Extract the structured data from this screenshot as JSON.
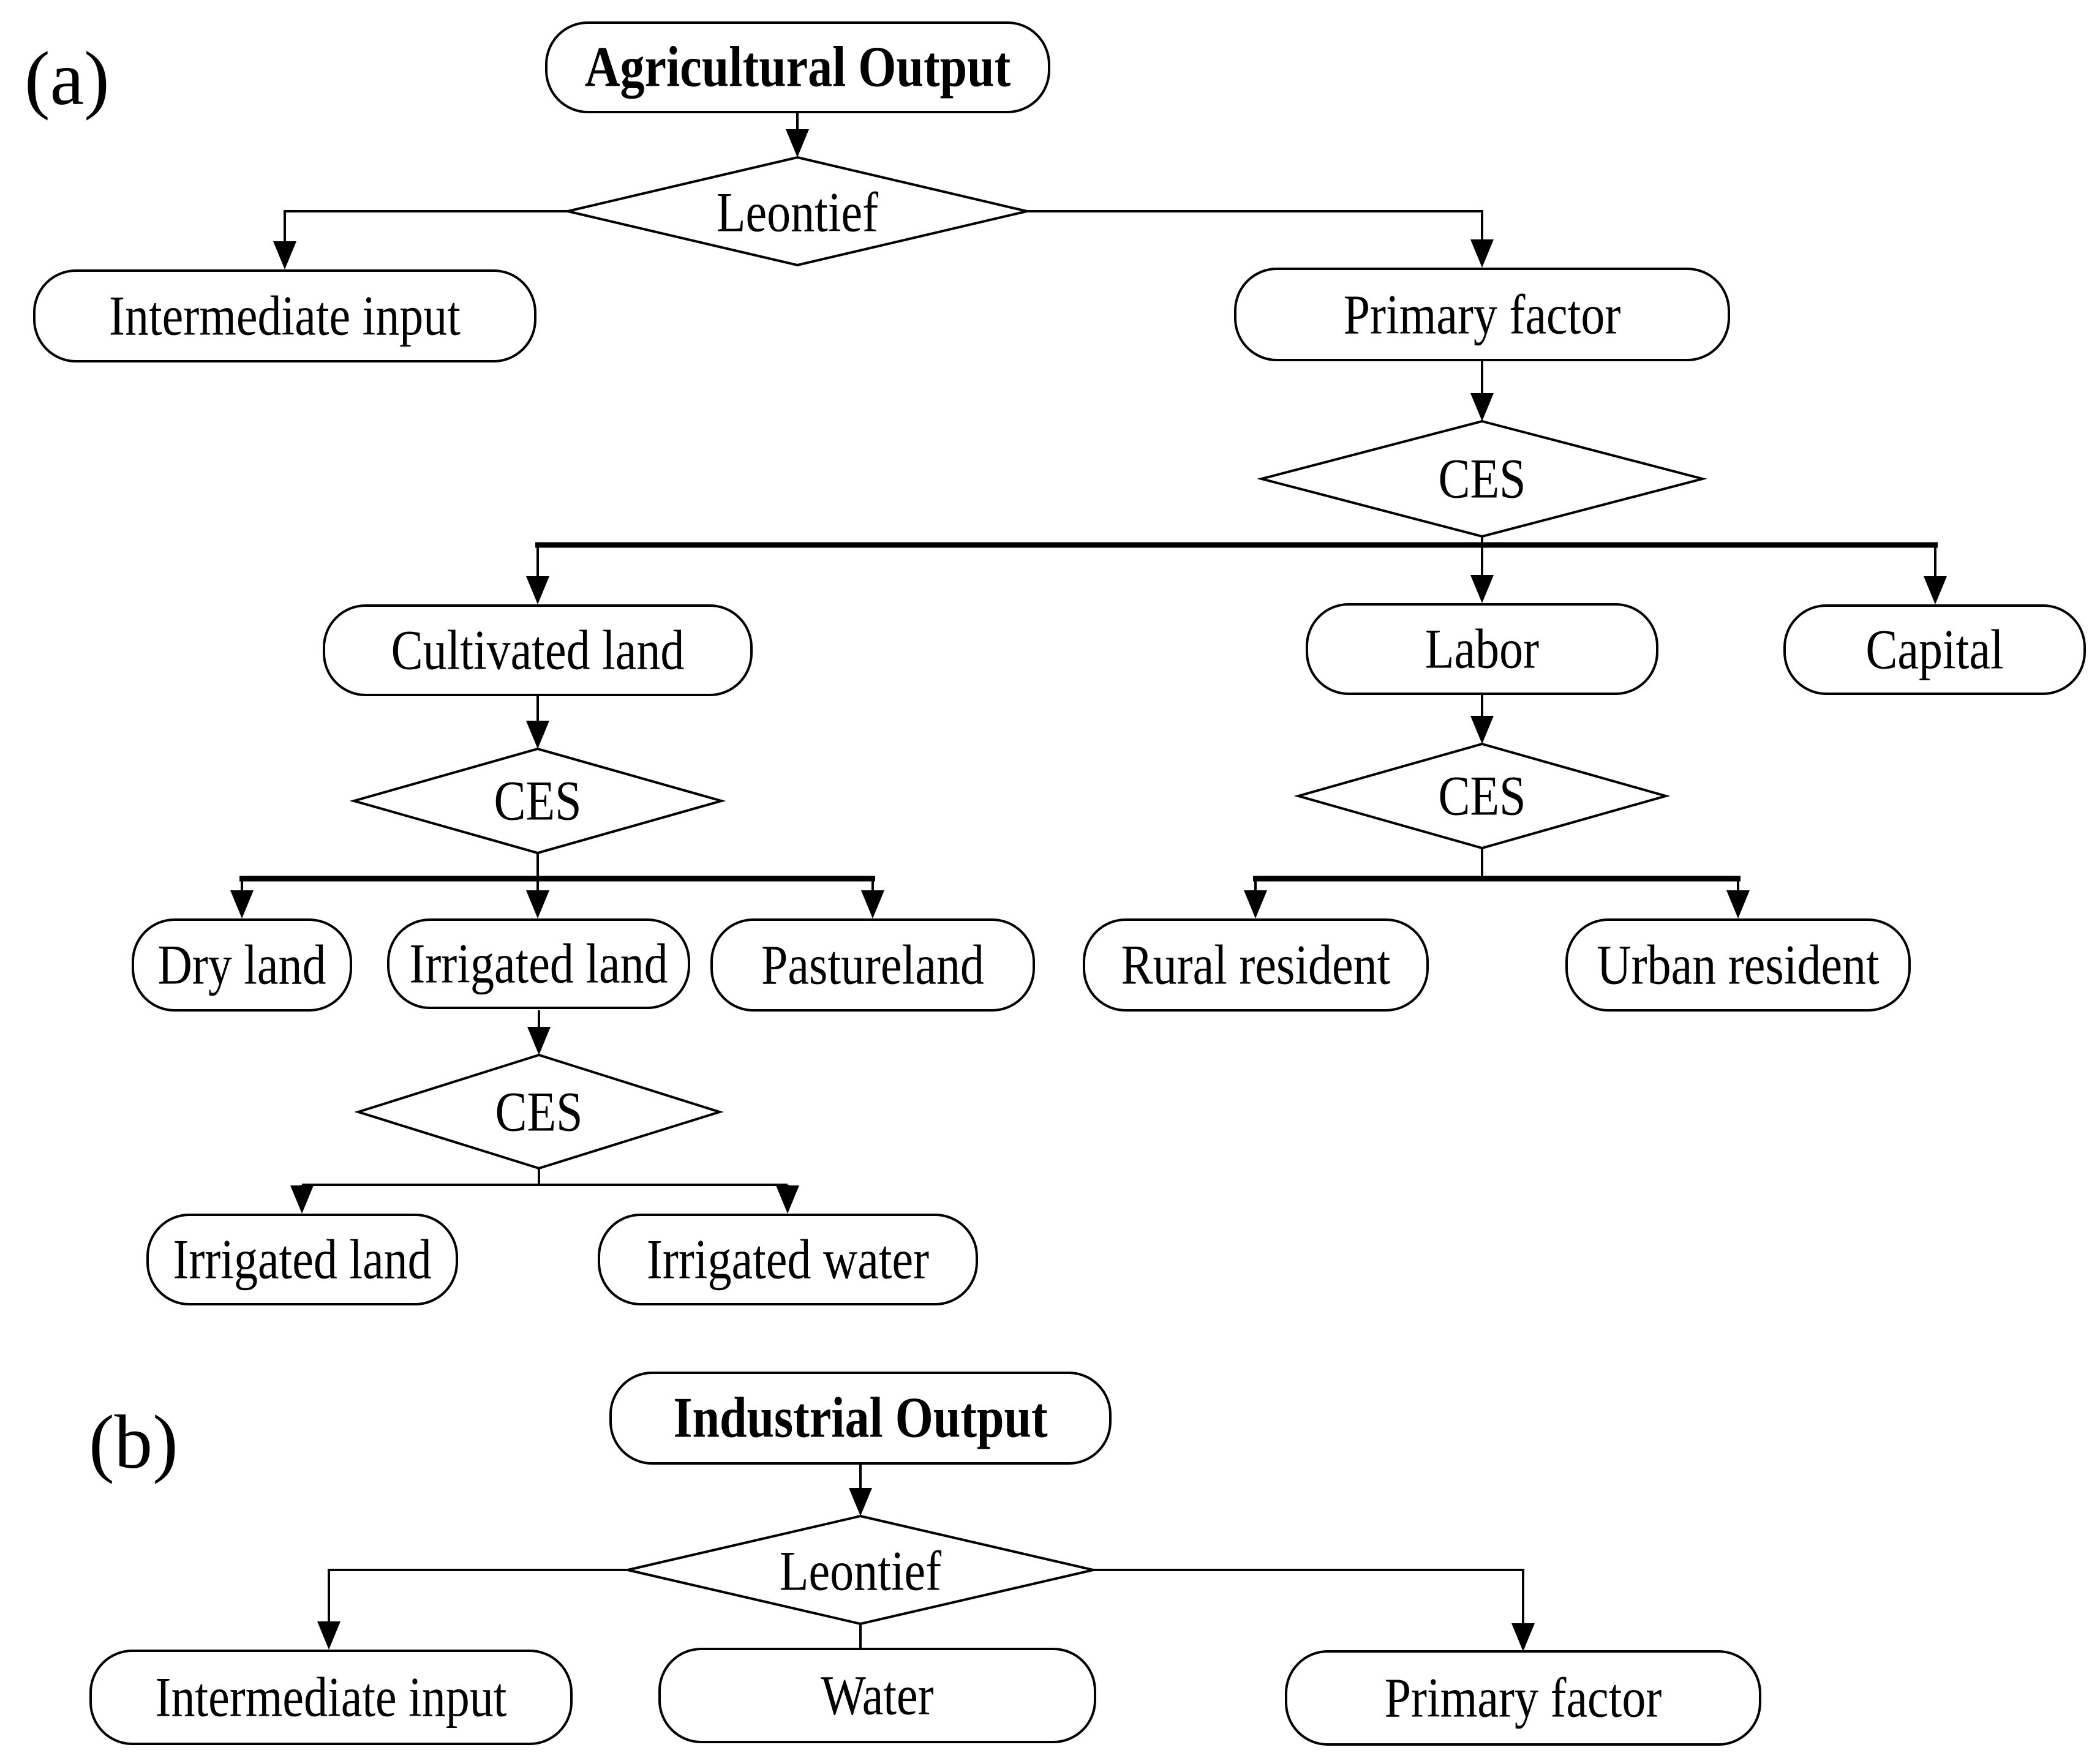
{
  "page": {
    "background": "#ffffff",
    "line_color": "#000000"
  },
  "panel_a": {
    "label": "(a)",
    "nodes": {
      "agricultural_output": "Agricultural Output",
      "leontief": "Leontief",
      "intermediate_input": "Intermediate input",
      "primary_factor": "Primary factor",
      "ces_primary": "CES",
      "cultivated_land": "Cultivated land",
      "labor": "Labor",
      "capital": "Capital",
      "ces_cultivated": "CES",
      "dry_land": "Dry land",
      "irrigated_land": "Irrigated land",
      "pastureland": "Pastureland",
      "ces_irrigated": "CES",
      "irrigated_land_leaf": "Irrigated land",
      "irrigated_water": "Irrigated water",
      "ces_labor": "CES",
      "rural_resident": "Rural resident",
      "urban_resident": "Urban resident"
    }
  },
  "panel_b": {
    "label": "(b)",
    "nodes": {
      "industrial_output": "Industrial Output",
      "leontief": "Leontief",
      "intermediate_input": "Intermediate input",
      "water": "Water",
      "primary_factor": "Primary factor"
    }
  }
}
